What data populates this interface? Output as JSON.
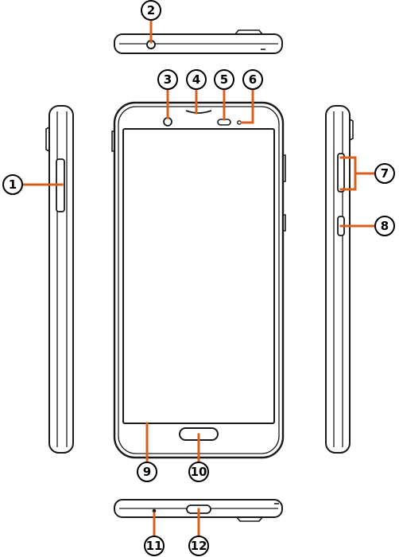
{
  "callouts": [
    {
      "id": 1,
      "label": "①"
    },
    {
      "id": 2,
      "label": "②"
    },
    {
      "id": 3,
      "label": "③"
    },
    {
      "id": 4,
      "label": "④"
    },
    {
      "id": 5,
      "label": "⑤"
    },
    {
      "id": 6,
      "label": "⑥"
    },
    {
      "id": 7,
      "label": "⑦"
    },
    {
      "id": 8,
      "label": "⑧"
    },
    {
      "id": 9,
      "label": "⑨"
    },
    {
      "id": 10,
      "label": "⑩"
    },
    {
      "id": 11,
      "label": "⑪"
    },
    {
      "id": 12,
      "label": "⑫"
    }
  ],
  "colors": {
    "leader_line": "#d9601c",
    "outline": "#1a1a1a",
    "fill": "#ffffff"
  },
  "views": [
    "left-side-view",
    "top-view",
    "front-view",
    "right-side-view",
    "bottom-view"
  ]
}
